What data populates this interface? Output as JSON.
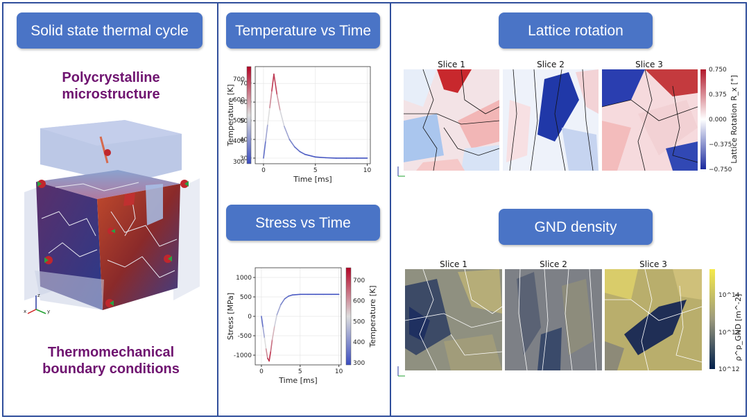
{
  "left_panel": {
    "title": "Solid state thermal cycle",
    "heading_top": "Polycrystalline microstructure",
    "heading_bottom": "Thermomechanical boundary conditions",
    "axis_labels": [
      "x",
      "y",
      "z"
    ]
  },
  "middle_panel": {
    "temp_title": "Temperature vs Time",
    "stress_title": "Stress vs Time"
  },
  "right_panel": {
    "lattice_title": "Lattice rotation",
    "gnd_title": "GND density",
    "lattice_slices": [
      "Slice 1",
      "Slice 2",
      "Slice 3"
    ],
    "gnd_slices": [
      "Slice 1",
      "Slice 2",
      "Slice 3"
    ],
    "lattice_colorbar": {
      "label": "Lattice Rotation R_x [°]",
      "ticks": [
        "0.750",
        "0.375",
        "0.000",
        "−0.375",
        "−0.750"
      ],
      "colors": [
        "#b2182b",
        "#ffffff",
        "#1a2a9e"
      ]
    },
    "gnd_colorbar": {
      "label": "ρ^p_GND [m^-2]",
      "ticks": [
        "10^14",
        "10^13",
        "10^12"
      ],
      "colors": [
        "#f5e94a",
        "#9c9a7d",
        "#00204c"
      ]
    }
  },
  "chart_data": [
    {
      "type": "line",
      "title": "",
      "xlabel": "Time [ms]",
      "ylabel": "Temperature [K]",
      "xlim": [
        -0.8,
        10.3
      ],
      "ylim": [
        270,
        790
      ],
      "xticks": [
        0,
        5,
        10
      ],
      "yticks": [
        300,
        400,
        500,
        600,
        700
      ],
      "colorbar": {
        "label": "",
        "ticks": [
          300,
          400,
          500,
          600,
          700
        ],
        "range": [
          290,
          760
        ]
      },
      "series": [
        {
          "x": [
            0,
            0.2,
            0.4,
            0.6,
            0.8,
            1.0,
            1.3,
            1.6,
            2.0,
            2.5,
            3.0,
            3.5,
            4.0,
            5.0,
            6.0,
            7.0,
            8.0,
            9.0,
            10.0
          ],
          "y": [
            300,
            390,
            480,
            570,
            660,
            750,
            640,
            555,
            470,
            400,
            360,
            335,
            320,
            306,
            302,
            300,
            300,
            300,
            300
          ]
        }
      ]
    },
    {
      "type": "line",
      "title": "",
      "xlabel": "Time [ms]",
      "ylabel": "Stress [MPa]",
      "xlim": [
        -0.8,
        10.3
      ],
      "ylim": [
        -1250,
        1250
      ],
      "xticks": [
        0,
        5,
        10
      ],
      "yticks": [
        -1000,
        -500,
        0,
        500,
        1000
      ],
      "colorbar": {
        "label": "Temperature [K]",
        "ticks": [
          300,
          400,
          500,
          600,
          700
        ],
        "range": [
          290,
          760
        ]
      },
      "series": [
        {
          "x": [
            0,
            0.2,
            0.4,
            0.6,
            0.8,
            1.0,
            1.2,
            1.4,
            1.7,
            2.0,
            2.5,
            3.0,
            3.5,
            4.0,
            5.0,
            6.0,
            7.0,
            8.0,
            9.0,
            10.0
          ],
          "y": [
            0,
            -280,
            -560,
            -840,
            -1080,
            -1150,
            -900,
            -600,
            -250,
            40,
            300,
            450,
            520,
            550,
            565,
            565,
            565,
            565,
            565,
            565
          ],
          "temp": [
            300,
            390,
            480,
            570,
            660,
            750,
            680,
            610,
            530,
            470,
            400,
            360,
            335,
            320,
            306,
            302,
            300,
            300,
            300,
            300
          ]
        }
      ]
    }
  ]
}
